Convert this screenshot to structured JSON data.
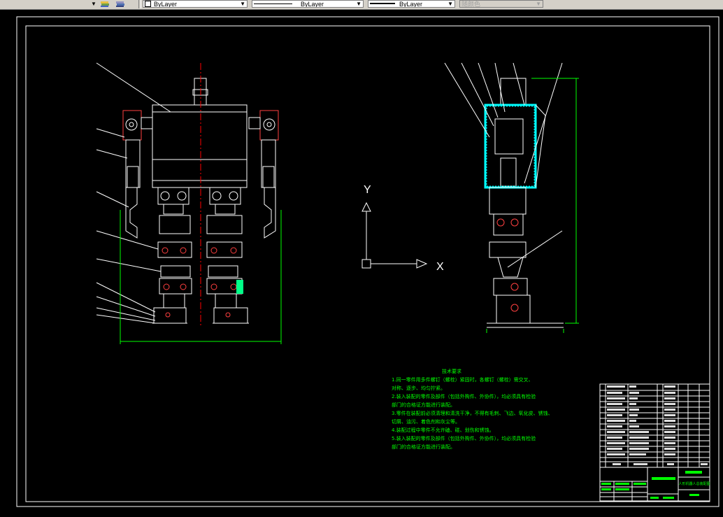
{
  "toolbar": {
    "color_combo": "ByLayer",
    "linetype_combo": "ByLayer",
    "lineweight_combo": "ByLayer",
    "plotstyle_combo": "随颜色"
  },
  "ucs": {
    "y_label": "Y",
    "x_label": "X"
  },
  "colors": {
    "background": "#000000",
    "white": "#ffffff",
    "green": "#00ff00",
    "red": "#ff0000",
    "cyan": "#00ffff",
    "yellow": "#ffff00"
  },
  "drawing": {
    "tech_notes": {
      "title": "技术要求",
      "lines": [
        "1.同一零件用多件螺钉（螺栓）紧固时，各螺钉（螺栓）需交叉、",
        "对称、逐步、均匀拧紧。",
        "2.装入装配的零件及部件（包括外购件、外协件），均必须具有检验",
        "部门的合格证方能进行装配。",
        "3.零件在装配前必须清理和清洗干净，不得有毛刺、飞边、氧化皮、锈蚀、",
        "切屑、油污、着色剂和灰尘等。",
        "4.装配过程中零件不允许磕、碰、划伤和锈蚀。",
        "5.装入装配的零件及部件（包括外购件、外协件），均必须具有检验",
        "部门的合格证方能进行装配。"
      ]
    },
    "title_block": {
      "name": "人形机器人总装配图"
    }
  }
}
